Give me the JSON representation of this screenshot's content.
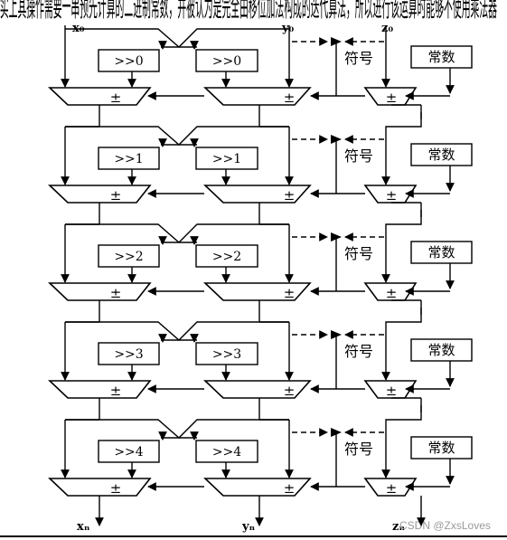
{
  "header_partial_text": "事实上其操作需要一串预先计算的二进制常数，并被认为是完全由移位加法构成的迭代算法，所以进行该运算时能够不使用乘法器",
  "inputs": {
    "x": "x₀",
    "y": "y₀",
    "z": "z₀"
  },
  "outputs": {
    "x": "xₙ",
    "y": "yₙ",
    "z": "zₙ"
  },
  "adder_symbol": "±",
  "sign_label": "符号",
  "constant_label": "常数",
  "stages": [
    {
      "shift": ">>0"
    },
    {
      "shift": ">>1"
    },
    {
      "shift": ">>2"
    },
    {
      "shift": ">>3"
    },
    {
      "shift": ">>4"
    }
  ],
  "watermark": "CSDN @ZxsLoves"
}
